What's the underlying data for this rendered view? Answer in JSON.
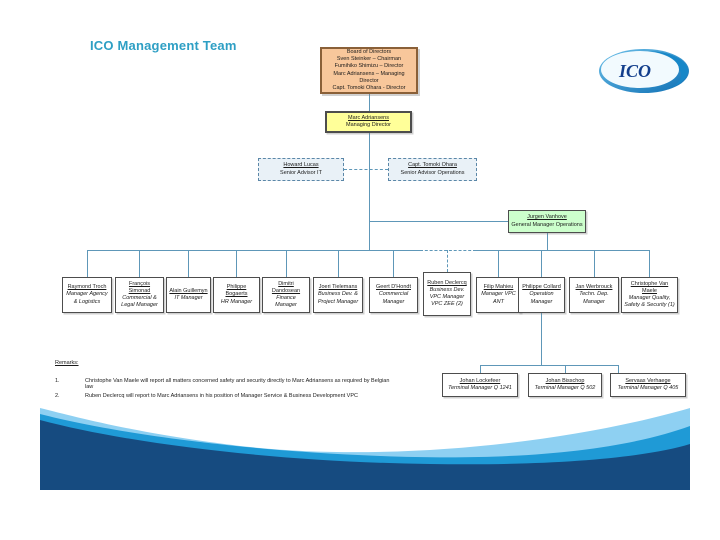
{
  "title": "ICO Management Team",
  "logo": {
    "text": "ICO"
  },
  "org": {
    "board": [
      "Board of Directors",
      "Sven Steinker – Chairman",
      "Fumihiko Shimizu – Director",
      "Marc Adriansens – Managing Director",
      "Capt. Tomoki Ohara - Director"
    ],
    "managing_director": {
      "name": "Marc Adriansens",
      "role": "Managing Director"
    },
    "advisors": [
      {
        "name": "Howard Lucas",
        "role": "Senior Advisor IT"
      },
      {
        "name": "Capt. Tomoki Ohara",
        "role": "Senior Advisor Operations"
      }
    ],
    "gm_operations": {
      "name": "Jurgen Vanhove",
      "role": "General Manager Operations"
    },
    "managers": [
      {
        "name": "Raymond Troch",
        "role": "Manager Agency & Logistics"
      },
      {
        "name": "François Simonad",
        "role": "Commercial & Legal Manager"
      },
      {
        "name": "Alain Guillemyn",
        "role": "IT Manager"
      },
      {
        "name": "Philippe Bogaerts",
        "role": "HR Manager"
      },
      {
        "name": "Dimitri Dandosean",
        "role": "Finance Manager"
      },
      {
        "name": "Joeri Tielemans",
        "role": "Business Dev. & Project Manager"
      },
      {
        "name": "Geert D'Hondt",
        "role": "Commercial Manager"
      },
      {
        "name": "Ruben Declercq",
        "role": "Business Dev. VPC Manager VPC ZEE (2)"
      },
      {
        "name": "Filip Mahieu",
        "role": "Manager VPC ANT"
      },
      {
        "name": "Philippe Collard",
        "role": "Operation Manager"
      },
      {
        "name": "Jan Werbrouck",
        "role": "Techn. Dep. Manager"
      },
      {
        "name": "Christophe Van Maele",
        "role": "Manager Quality, Safety & Security (1)"
      }
    ],
    "terminal_managers": [
      {
        "name": "Johan Lockefeer",
        "role": "Terminal Manager Q 1241"
      },
      {
        "name": "Johan Bisschop",
        "role": "Terminal Manager Q 502"
      },
      {
        "name": "Servaas Verhaege",
        "role": "Terminal Manager Q 405"
      }
    ]
  },
  "remarks": {
    "heading": "Remarks:",
    "items": [
      {
        "num": "1.",
        "text": "Christophe Van Maele  will report all matters concerned safety and security directly  to Marc Adriansens as required by Belgian law"
      },
      {
        "num": "2.",
        "text": "Ruben Declercq will report to Marc Adriansens in his position of Manager Service & Business Development VPC"
      }
    ]
  },
  "colors": {
    "title": "#2E9FC4",
    "board_fill": "#F8C79B",
    "md_fill": "#FFFF99",
    "advisor_fill": "#E9F1F7",
    "gm_fill": "#CCFFCC",
    "connector": "#5E97B8",
    "wave_navy": "#164B80",
    "wave_mid": "#1F9AD6",
    "wave_light": "#8ED0F2",
    "logo_blue": "#123E8C"
  }
}
